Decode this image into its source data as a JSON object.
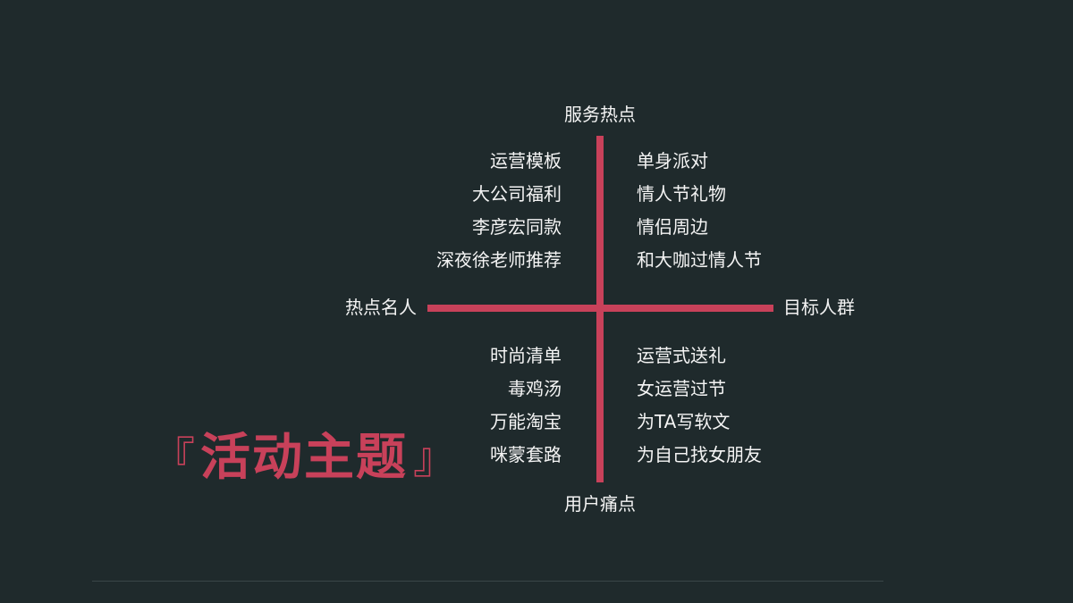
{
  "axes": {
    "top": "服务热点",
    "bottom": "用户痛点",
    "left": "热点名人",
    "right": "目标人群"
  },
  "quadrants": {
    "top_left": [
      "运营模板",
      "大公司福利",
      "李彦宏同款",
      "深夜徐老师推荐"
    ],
    "top_right": [
      "单身派对",
      "情人节礼物",
      "情侣周边",
      "和大咖过情人节"
    ],
    "bottom_left": [
      "时尚清单",
      "毒鸡汤",
      "万能淘宝",
      "咪蒙套路"
    ],
    "bottom_right": [
      "运营式送礼",
      "女运营过节",
      "为TA写软文",
      "为自己找女朋友"
    ]
  },
  "title": {
    "open_bracket": "『",
    "text": "活动主题",
    "close_bracket": "』"
  },
  "colors": {
    "background": "#1f2a2c",
    "accent": "#c8415a",
    "text": "#f4f4f4"
  }
}
